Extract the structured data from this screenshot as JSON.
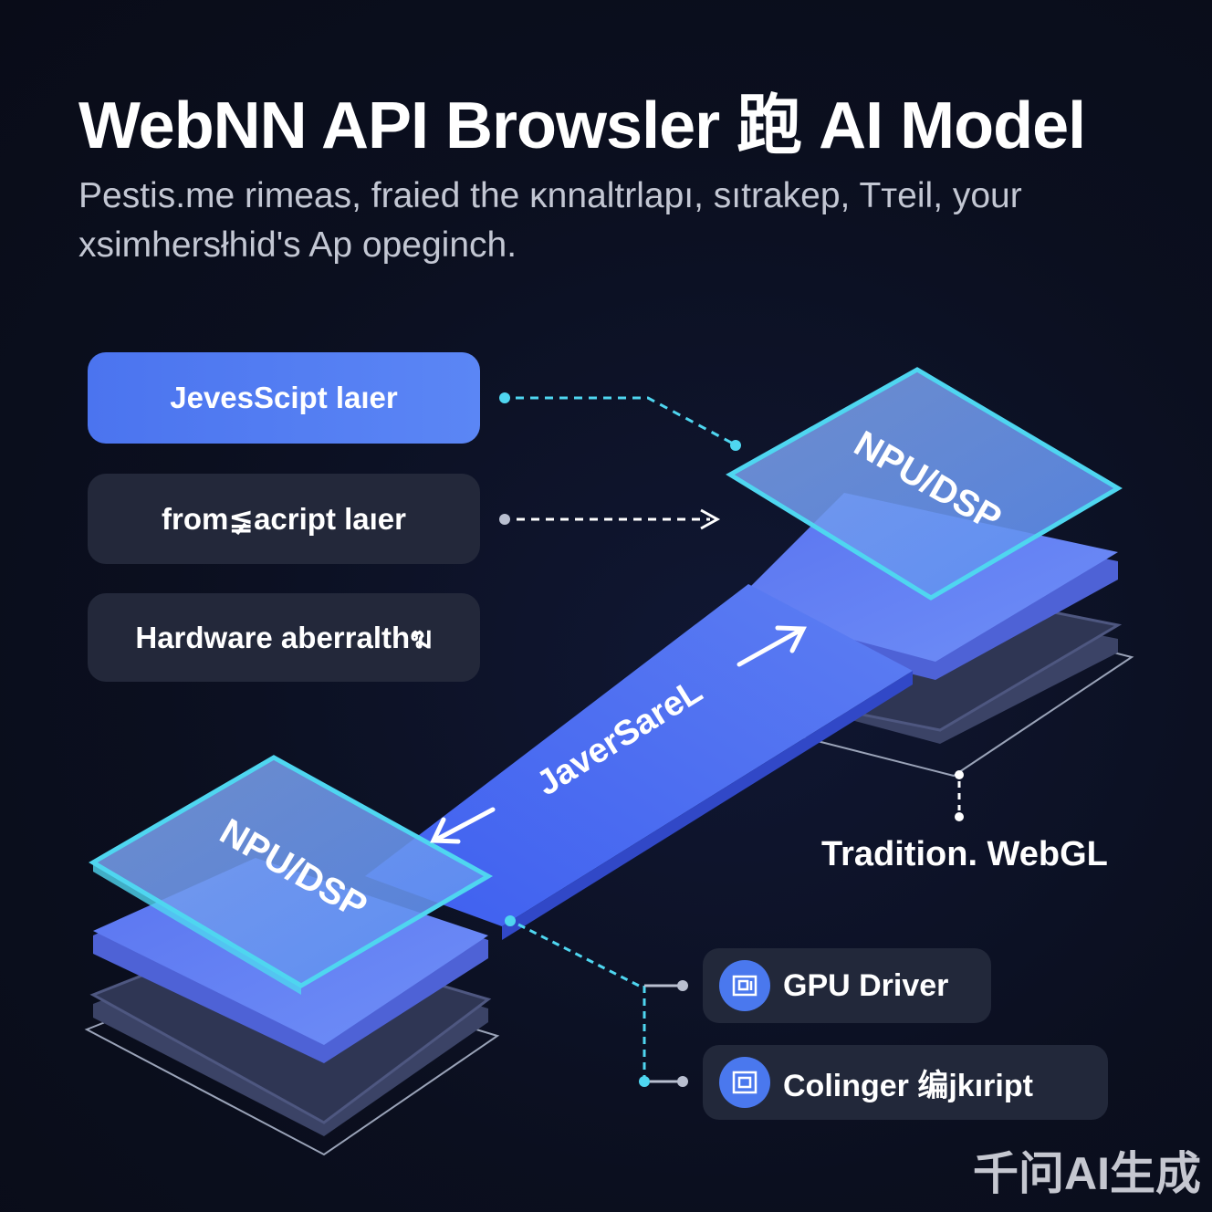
{
  "header": {
    "title": "WebNN API Browsler 跑 AI Model",
    "subtitle": "Pestis.me rimeas, fraied the ĸnnaltrlapı, sıtrakep, Tтeil, your xsimhersłhid's Ap opeginch."
  },
  "layers": [
    {
      "label": "JevesScipt laıer",
      "active": true
    },
    {
      "label": "from≨acript laıer",
      "active": false
    },
    {
      "label": "Hardware aberralthฆ",
      "active": false
    }
  ],
  "diagram": {
    "top_chip_label": "NPU/DSP",
    "bottom_chip_label": "NPU/DSP",
    "bridge_label": "JaverSareL",
    "webgl_label": "Tradition. WebGL",
    "drivers": [
      {
        "label": "GPU Driver",
        "icon": "gpu-chip-icon"
      },
      {
        "label": "Colinger 编jkıript",
        "icon": "compiler-chip-icon"
      }
    ]
  },
  "watermark": "千问AI生成",
  "colors": {
    "background": "#0b0f1f",
    "accent_blue": "#4b74ef",
    "cyan": "#4fd6f0",
    "panel": "#23283a"
  }
}
